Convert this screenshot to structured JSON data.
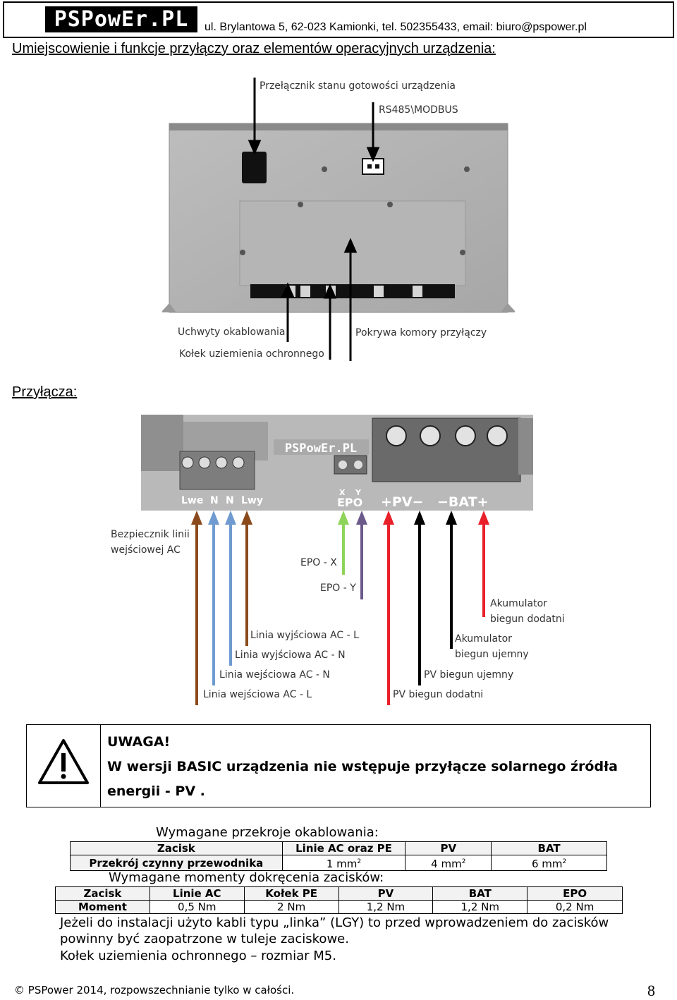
{
  "header": {
    "logo": "PSPowEr.PL",
    "address": "ul. Brylantowa 5, 62-023 Kamionki, tel. 502355433, email: biuro@pspower.pl"
  },
  "section1": {
    "title": "Umiejscowienie i funkcje przyłączy oraz elementów operacyjnych urządzenia:",
    "labels": {
      "standby_switch": "Przełącznik stanu gotowości urządzenia",
      "rs485": "RS485\\MODBUS",
      "handles": "Uchwyty okablowania",
      "ground_pin": "Kołek uziemienia ochronnego",
      "cover": "Pokrywa komory przyłączy"
    }
  },
  "section2": {
    "title": "Przyłącza:",
    "board_logo": "PSPowEr.PL",
    "terminal_labels": [
      "Lwe",
      "N",
      "N",
      "Lwy",
      "X",
      "Y",
      "EPO",
      "+PV−",
      "−BAT+"
    ],
    "labels": {
      "fuse_1": "Bezpiecznik linii",
      "fuse_2": "wejściowej AC",
      "epo_x": "EPO - X",
      "epo_y": "EPO - Y",
      "bat_plus_1": "Akumulator",
      "bat_plus_2": "biegun dodatni",
      "bat_minus_1": "Akumulator",
      "bat_minus_2": "biegun ujemny",
      "out_l": "Linia wyjściowa AC - L",
      "out_n": "Linia wyjściowa AC - N",
      "in_n": "Linia wejściowa AC - N",
      "in_l": "Linia wejściowa AC - L",
      "pv_minus": "PV biegun ujemny",
      "pv_plus": "PV biegun dodatni"
    },
    "arrow_colors": {
      "brown": "#8b4a1c",
      "blue": "#6f9bd0",
      "green": "#8fd45a",
      "purple": "#6b5a8a",
      "red": "#e8202a",
      "black": "#000000"
    }
  },
  "warning": {
    "title": "UWAGA!",
    "line1": "W wersji BASIC urządzenia nie wstępuje przyłącze solarnego źródła",
    "line2": "energii - PV ."
  },
  "table1": {
    "caption": "Wymagane przekroje okablowania:",
    "headers": [
      "Zacisk",
      "Linie AC oraz PE",
      "PV",
      "BAT"
    ],
    "row": {
      "label": "Przekrój czynny przewodnika",
      "values": [
        {
          "num": "1 mm",
          "sup": "2"
        },
        {
          "num": "4 mm",
          "sup": "2"
        },
        {
          "num": "6 mm",
          "sup": "2"
        }
      ]
    }
  },
  "table2": {
    "caption": "Wymagane momenty dokręcenia zacisków:",
    "headers": [
      "Zacisk",
      "Linie AC",
      "Kołek PE",
      "PV",
      "BAT",
      "EPO"
    ],
    "row": {
      "label": "Moment",
      "values": [
        "0,5 Nm",
        "2 Nm",
        "1,2 Nm",
        "1,2 Nm",
        "0,2 Nm"
      ]
    }
  },
  "notes": {
    "line1": "Jeżeli do instalacji użyto kabli typu „linka” (LGY) to przed wprowadzeniem do zacisków",
    "line2": "powinny być zaopatrzone w tuleje zaciskowe.",
    "line3": "Kołek uziemienia ochronnego – rozmiar M5."
  },
  "footer": {
    "text": "© PSPower 2014, rozpowszechnianie tylko w całości.",
    "page": "8"
  }
}
